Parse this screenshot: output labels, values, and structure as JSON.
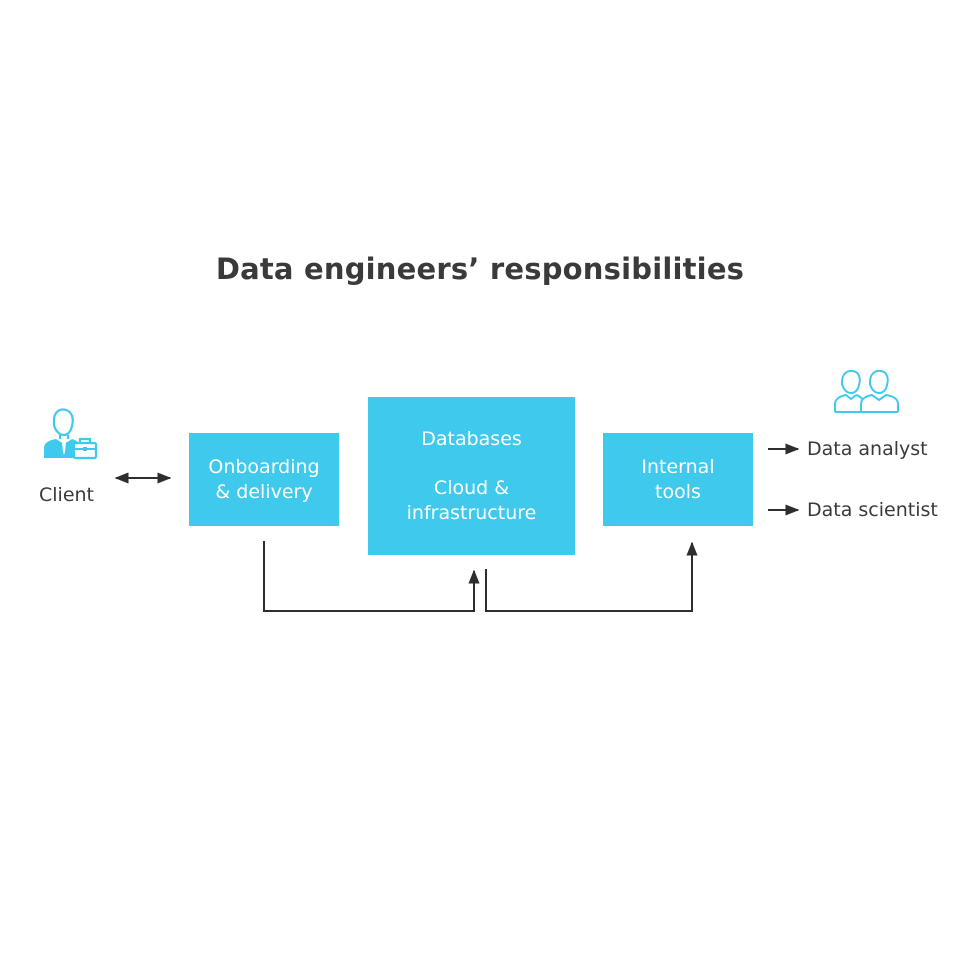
{
  "title": "Data engineers’ responsibilities",
  "client": {
    "label": "Client",
    "icon": "client-person-briefcase-icon"
  },
  "boxes": {
    "onboarding": [
      "Onboarding",
      "& delivery"
    ],
    "databases": {
      "top": "Databases",
      "bottom": [
        "Cloud &",
        "infrastructure"
      ]
    },
    "internal_tools": [
      "Internal",
      "tools"
    ]
  },
  "outputs": {
    "icon": "two-people-icon",
    "data_analyst": "Data analyst",
    "data_scientist": "Data scientist"
  },
  "colors": {
    "box": "#3ec9ed",
    "text": "#3a3a3a",
    "icon": "#3ec9ed",
    "connector": "#2e2e2e"
  }
}
